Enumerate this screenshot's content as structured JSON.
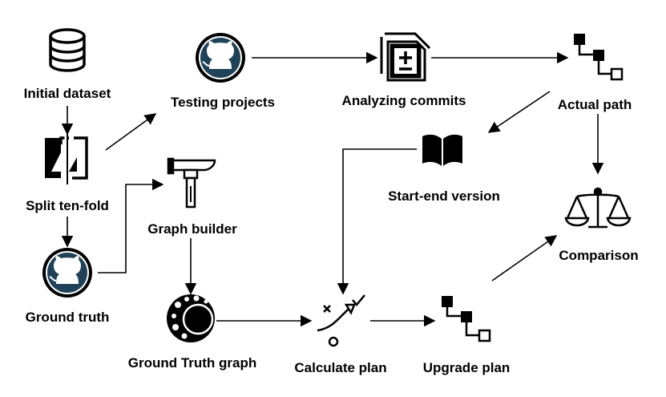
{
  "nodes": {
    "initial_dataset": "Initial dataset",
    "split_ten_fold": "Split ten-fold",
    "ground_truth": "Ground truth",
    "testing_projects": "Testing projects",
    "graph_builder": "Graph builder",
    "ground_truth_graph": "Ground Truth graph",
    "analyzing_commits": "Analyzing commits",
    "start_end_version": "Start-end version",
    "calculate_plan": "Calculate plan",
    "actual_path": "Actual path",
    "upgrade_plan": "Upgrade plan",
    "comparison": "Comparison"
  }
}
